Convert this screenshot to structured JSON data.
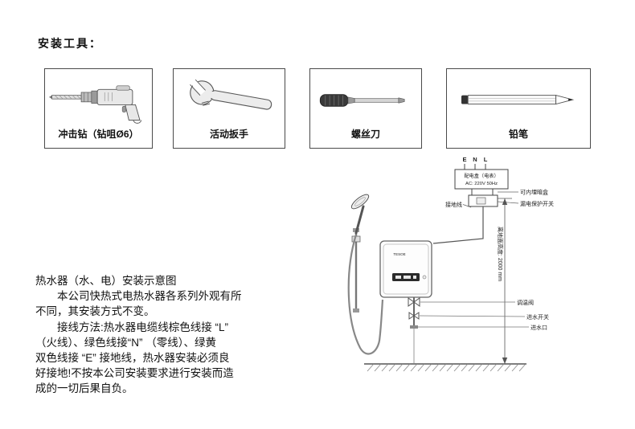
{
  "page": {
    "title": "安装工具："
  },
  "colors": {
    "ink": "#111111",
    "line": "#555555"
  },
  "tools": [
    {
      "icon": "drill-icon",
      "label": "冲击钻（钻咀Ø6）"
    },
    {
      "icon": "wrench-icon",
      "label": "活动扳手"
    },
    {
      "icon": "screwdriver-icon",
      "label": "螺丝刀"
    },
    {
      "icon": "pencil-icon",
      "label": "铅笔"
    }
  ],
  "instructions": {
    "heading": "热水器（水、电）安装示意图",
    "lines": [
      "　　本公司快热式电热水器各系列外观有所",
      "不同，其安装方式不变。",
      "　　接线方法:热水器电缆线棕色线接 “L”",
      "（火线）、绿色线接“N” （零线）、绿黄",
      "双色线接 “E” 接地线，热水器安装必须良",
      "好接地!不按本公司安装要求进行安装而造",
      "成的一切后果自负。"
    ]
  },
  "diagram": {
    "terminals": [
      "E",
      "N",
      "L"
    ],
    "power_box_line1": "配电盒（电表）",
    "power_box_line2": "AC: 220V 50Hz",
    "hidden_box": "可内埋暗盒",
    "leakage_switch": "漏电保护开关",
    "ground_wire": "接地线",
    "height": "离地面高度: 2000 mm",
    "temp_valve": "调温阀",
    "inlet_switch": "进水开关",
    "inlet_port": "进水口",
    "brand": "TESOE"
  }
}
